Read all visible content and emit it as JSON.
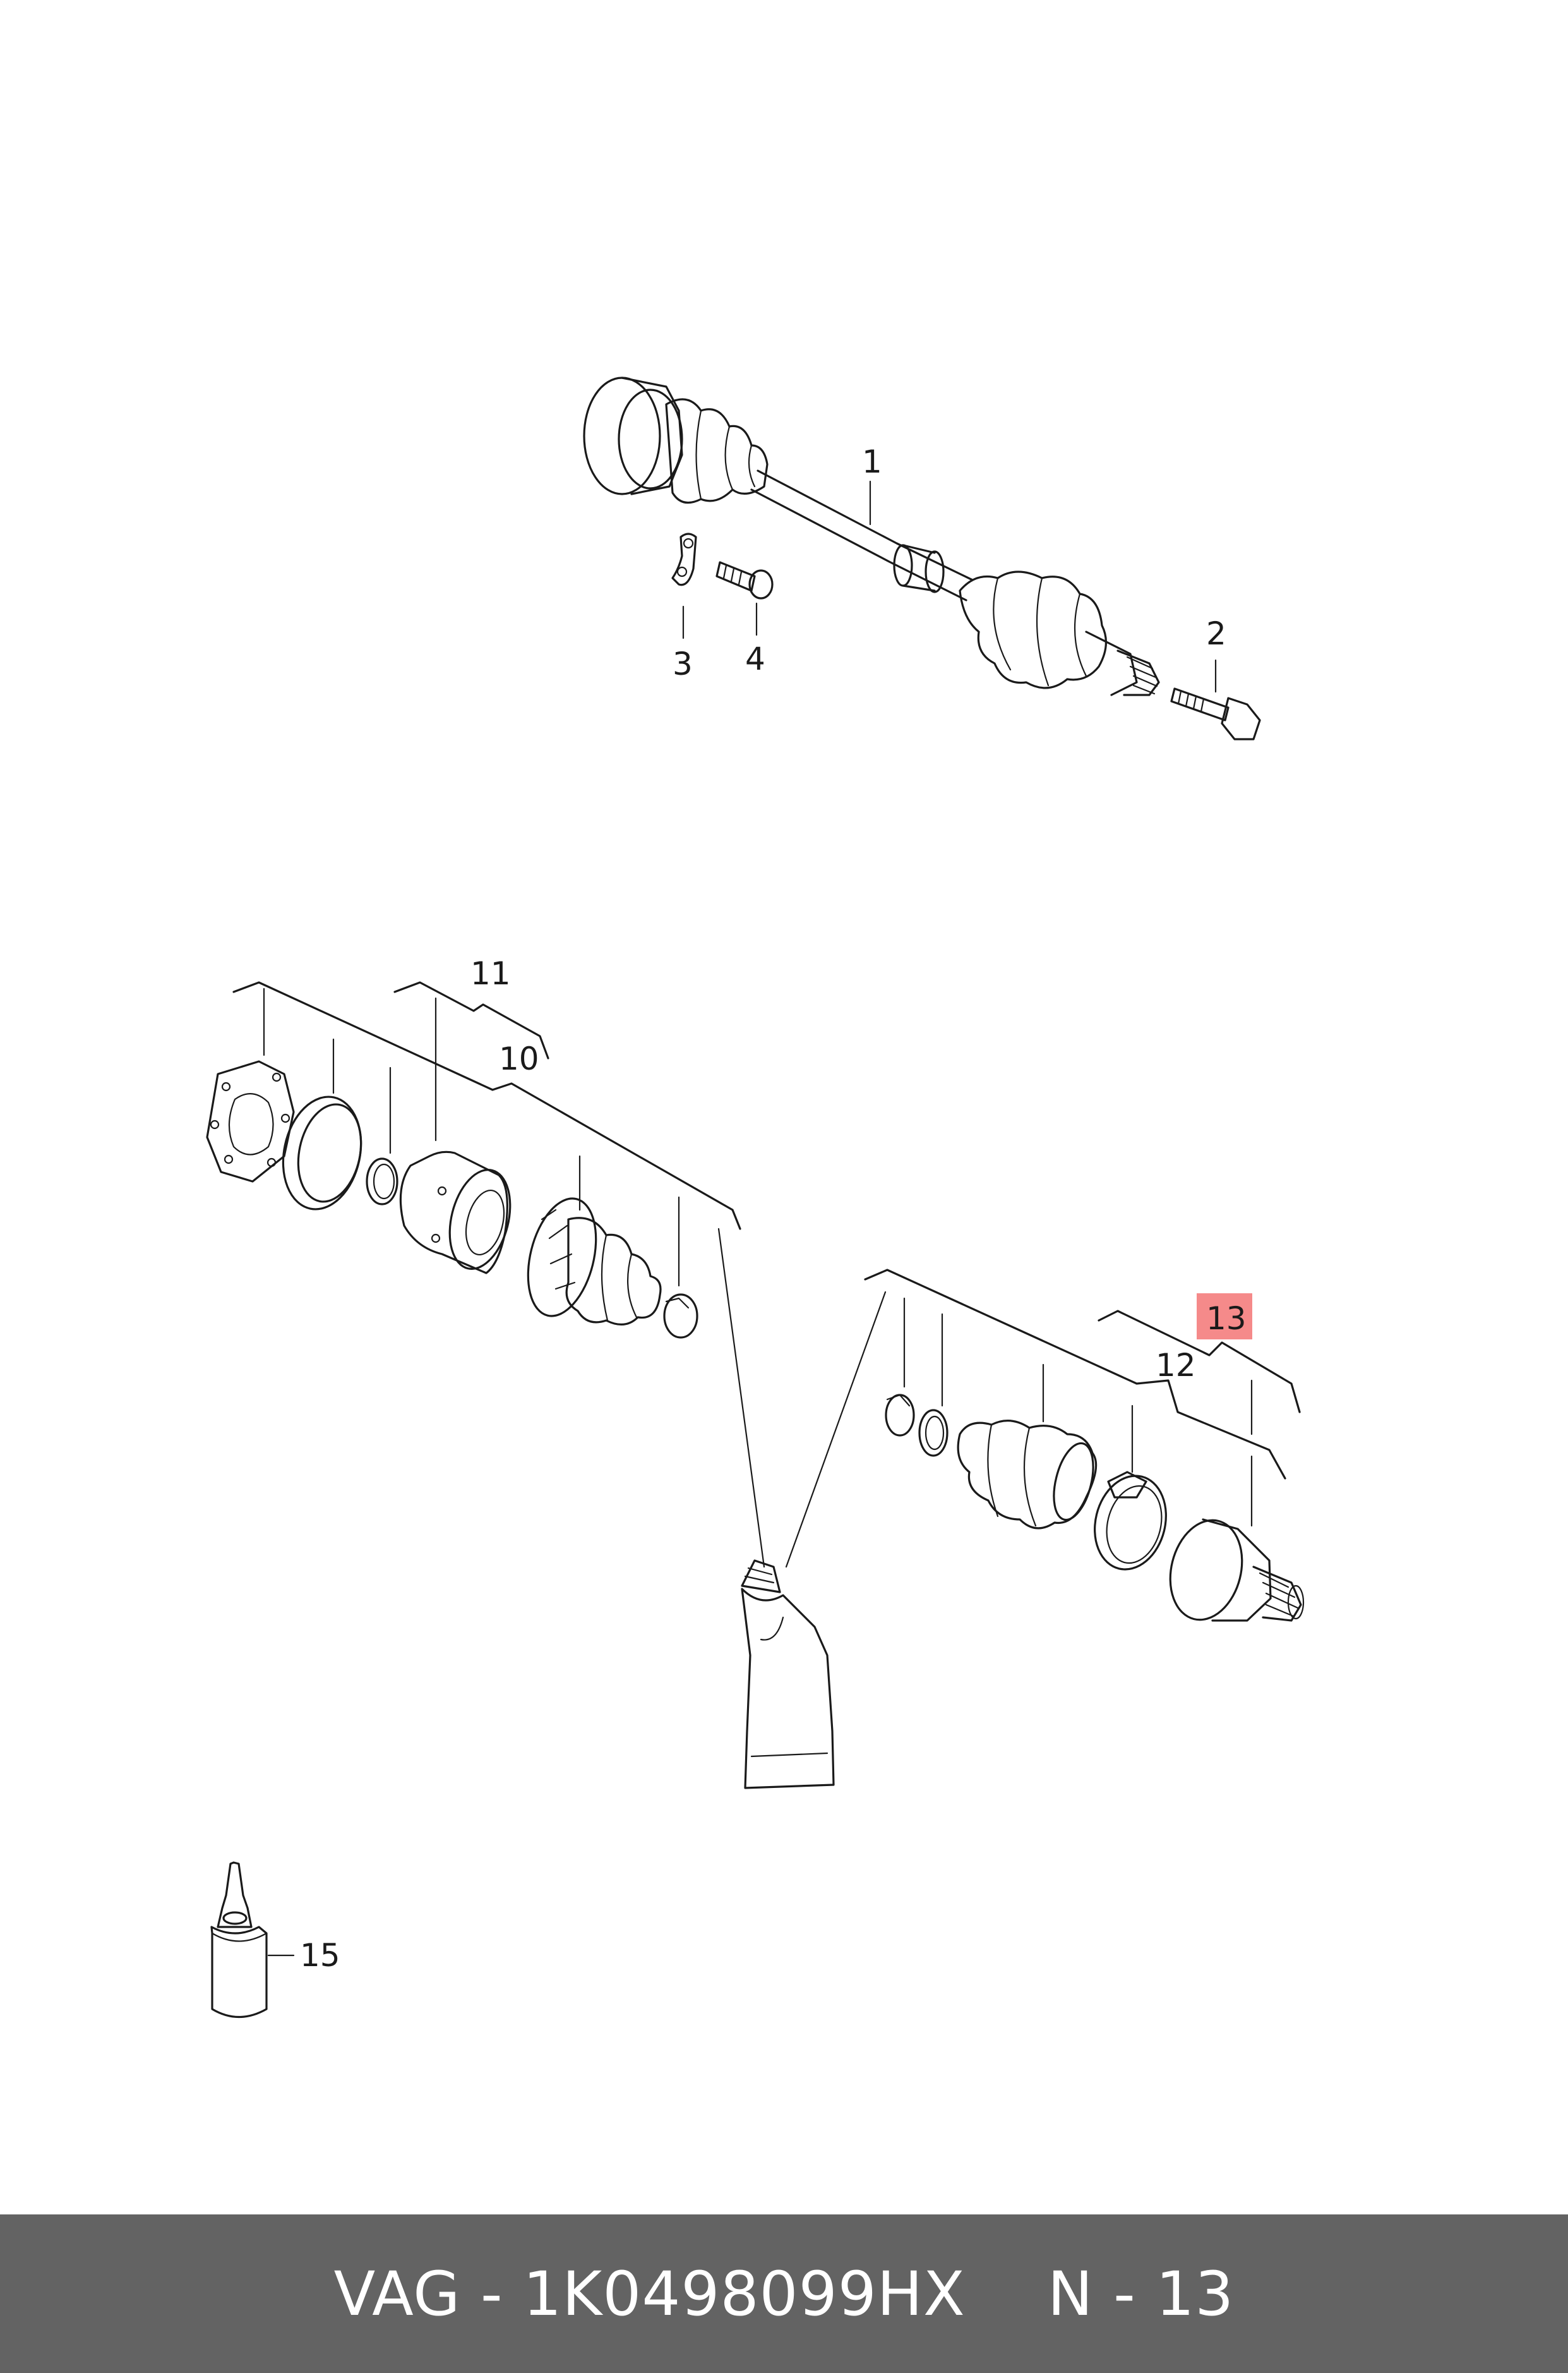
{
  "callouts": {
    "c1": "1",
    "c2": "2",
    "c3": "3",
    "c4": "4",
    "c10": "10",
    "c11": "11",
    "c12": "12",
    "c13": "13",
    "c15": "15"
  },
  "highlight": {
    "label": "13",
    "color": "#f58a8a"
  },
  "footer": {
    "part_number": "VAG - 1K0498099HX",
    "page_ref": "N - 13",
    "background": "#636363"
  }
}
